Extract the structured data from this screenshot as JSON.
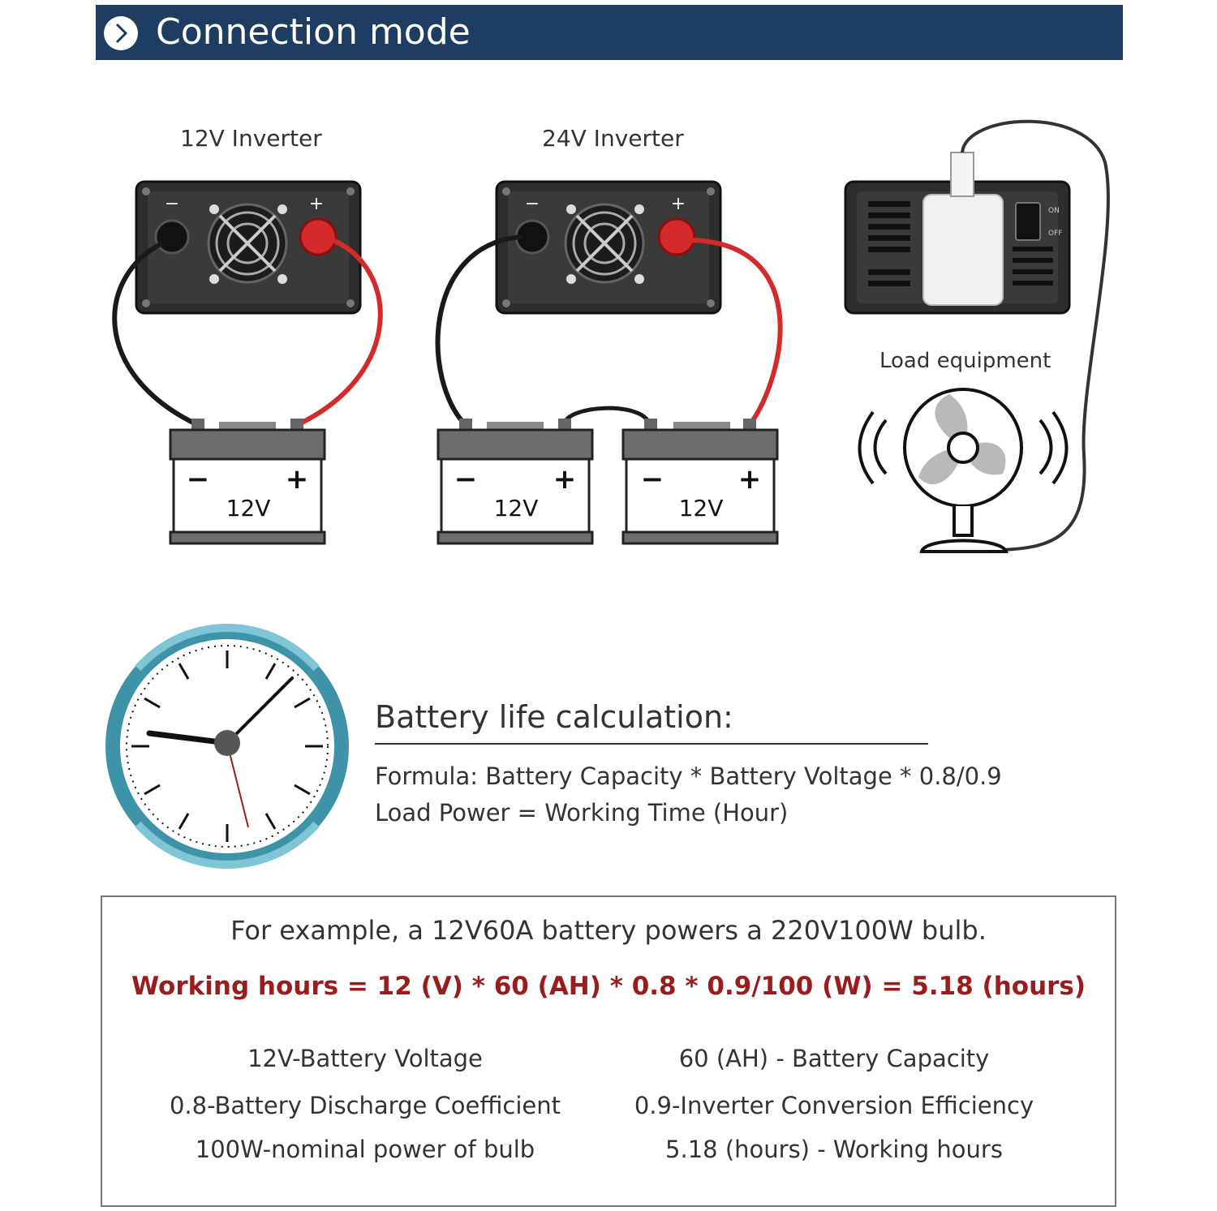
{
  "header": {
    "title": "Connection mode",
    "bar_color": "#1f3d63",
    "icon": "chevron-right-circle-icon"
  },
  "diagram": {
    "inverter_12v_label": "12V Inverter",
    "inverter_24v_label": "24V Inverter",
    "load_label": "Load equipment",
    "batteries": [
      {
        "minus": "−",
        "plus": "+",
        "voltage": "12V"
      },
      {
        "minus": "−",
        "plus": "+",
        "voltage": "12V"
      },
      {
        "minus": "−",
        "plus": "+",
        "voltage": "12V"
      }
    ],
    "terminal_minus": "−",
    "terminal_plus": "+",
    "switch_on": "ON",
    "switch_off": "OFF",
    "wire_positive_color": "#d42a2a",
    "wire_negative_color": "#1a1a1a"
  },
  "calculation": {
    "title": "Battery life calculation:",
    "formula_line1": "Formula: Battery Capacity * Battery Voltage * 0.8/0.9",
    "formula_line2": "Load Power = Working Time (Hour)",
    "clock_color": "#3f93a8"
  },
  "example": {
    "intro": "For example, a 12V60A battery powers a 220V100W bulb.",
    "result": "Working hours = 12 (V) * 60 (AH) * 0.8 * 0.9/100 (W) = 5.18 (hours)",
    "result_color": "#9b1c1c",
    "legend": [
      "12V-Battery Voltage",
      "60 (AH) - Battery Capacity",
      "0.8-Battery Discharge Coefficient",
      "0.9-Inverter Conversion Efficiency",
      "100W-nominal power of bulb",
      "5.18 (hours) - Working hours"
    ]
  }
}
